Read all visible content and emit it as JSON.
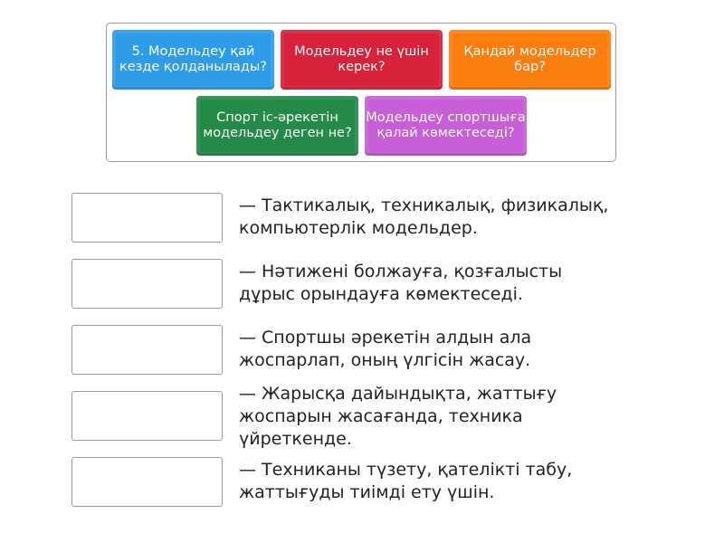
{
  "tiles": [
    {
      "label": "5. Модельдеу қай кезде қолданылады?",
      "color": "#2d9de9"
    },
    {
      "label": "Модельдеу не үшін керек?",
      "color": "#d8213a"
    },
    {
      "label": "Қандай модельдер бар?",
      "color": "#fb7e0e"
    },
    {
      "label": "Спорт іс-әрекетін модельдеу деген не?",
      "color": "#238a47"
    },
    {
      "label": "Модельдеу спортшыға қалай көмектеседі?",
      "color": "#c95ed9"
    }
  ],
  "answers": [
    "— Тактикалық, техникалық, физикалық, компьютерлік модельдер.",
    "— Нәтижені болжауға, қозғалысты дұрыс орындауға көмектеседі.",
    "— Спортшы әрекетін алдын ала жоспарлап, оның үлгісін жасау.",
    "— Жарысқа дайындықта, жаттығу жоспарын жасағанда, техника үйреткенде.",
    "— Техниканы түзету, қателікті табу, жаттығуды тиімді ету үшін."
  ]
}
